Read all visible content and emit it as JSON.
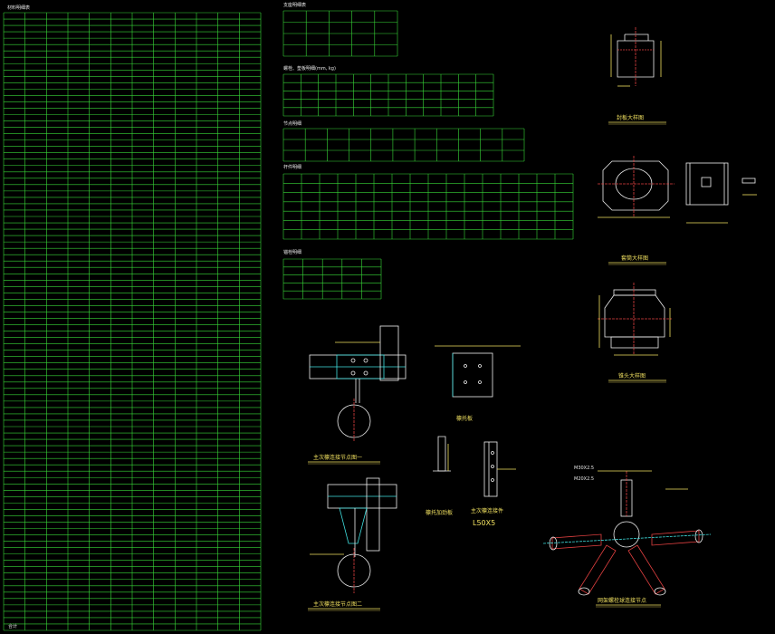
{
  "main_table": {
    "title": "材料明细表",
    "row_count": 97,
    "last_row_label": "合计"
  },
  "top_table": {
    "title": "支座明细表",
    "rows": 4,
    "cols": 5
  },
  "mid_table1": {
    "title": "螺栓、垫板明细(mm, kg)",
    "rows": 5,
    "cols": 12
  },
  "mid_table2": {
    "title": "节点明细",
    "rows": 3,
    "cols": 11
  },
  "mid_table3": {
    "title": "杆件明细",
    "rows": 7,
    "cols": 16
  },
  "small_table": {
    "title": "锚栓明细",
    "rows": 5,
    "cols": 5
  },
  "labels": {
    "sealing_plate": "封板大样图",
    "cone_head": "锥头大样图",
    "sleeve": "套筒大样图",
    "node1": "主次檩连接节点图一",
    "node2": "主次檩连接节点图二",
    "stiffener": "檩托板",
    "stiffener_detail": "檩托加劲板",
    "support": "主次檩连接件",
    "angle": "L50X5",
    "ball_node": "网架螺栓球连接节点",
    "ball_note1": "M30X2.5",
    "ball_note2": "M20X2.5"
  }
}
